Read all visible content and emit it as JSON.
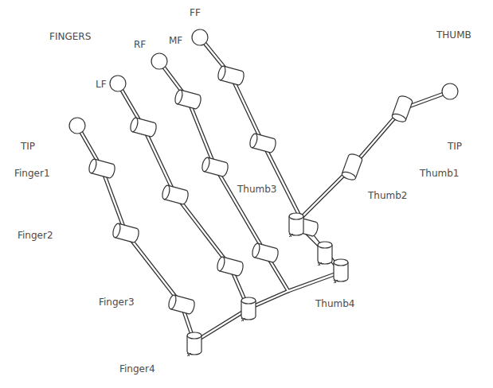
{
  "diagram": {
    "labels": [
      "FINGERS",
      "LF",
      "RF",
      "MF",
      "FF",
      "THUMB",
      "TIP",
      "Finger1",
      "Finger2",
      "Finger3",
      "Finger4",
      "Thumb3",
      "Thumb2",
      "Thumb1",
      "TIP",
      "Thumb4"
    ]
  }
}
